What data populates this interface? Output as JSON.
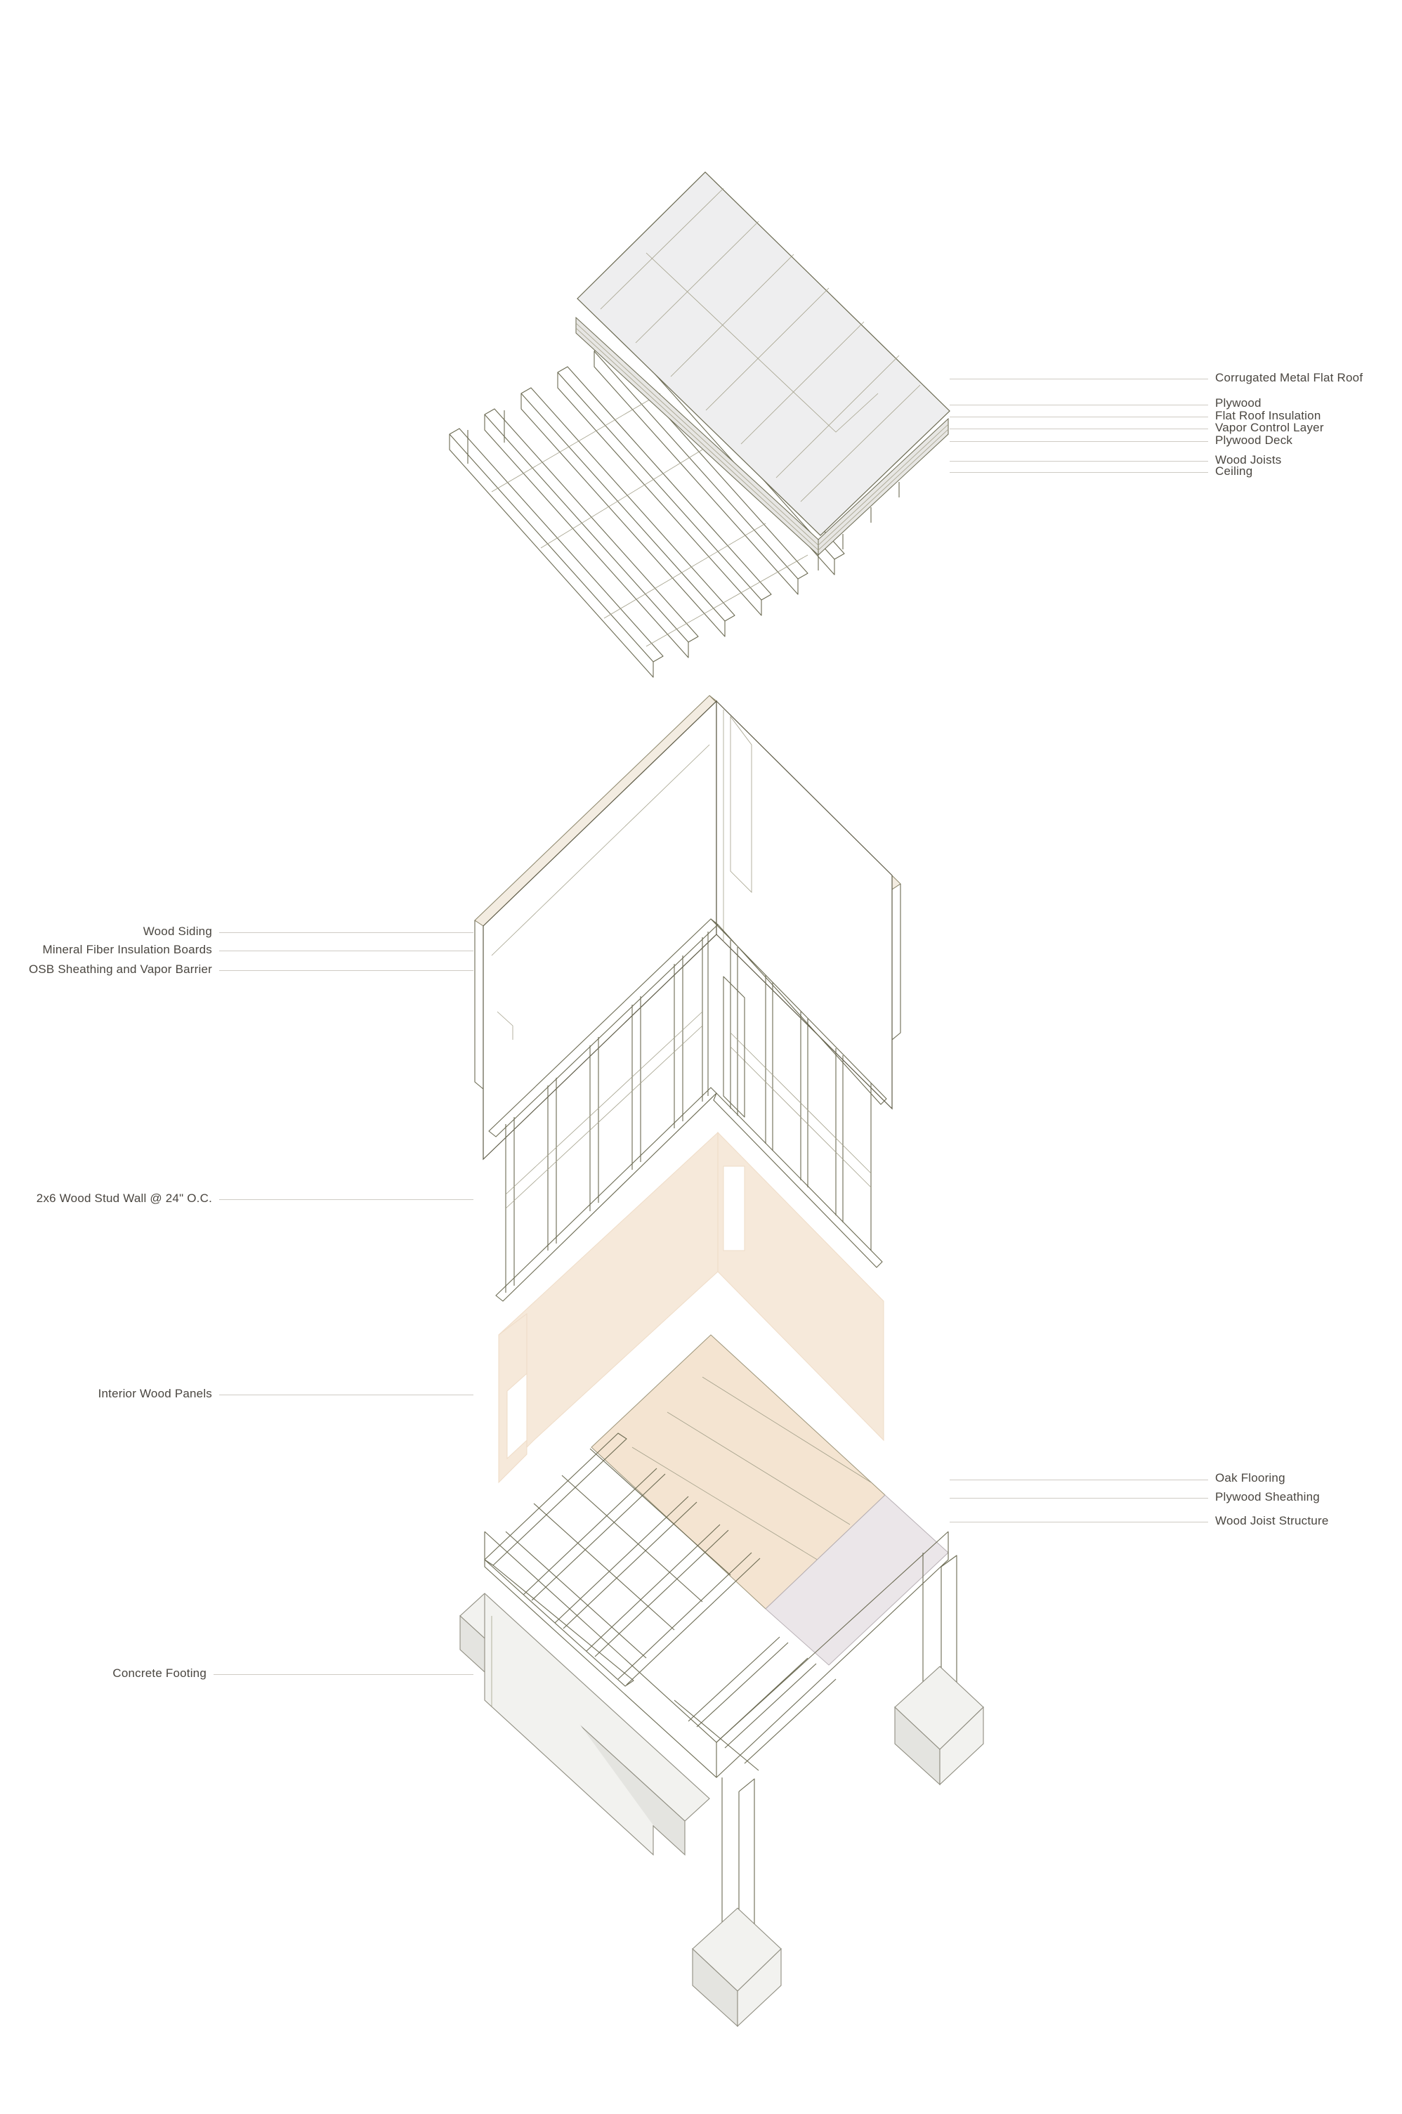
{
  "labels": {
    "corrugated_roof": "Corrugated Metal Flat Roof",
    "plywood": "Plywood",
    "flat_roof_insulation": "Flat Roof Insulation",
    "vapor_control": "Vapor Control Layer",
    "plywood_deck": "Plywood Deck",
    "wood_joists": "Wood Joists",
    "ceiling": "Ceiling",
    "wood_siding": "Wood Siding",
    "mineral_fiber": "Mineral Fiber Insulation Boards",
    "osb_sheathing": "OSB Sheathing and Vapor Barrier",
    "stud_wall": "2x6 Wood Stud Wall @ 24\" O.C.",
    "interior_panels": "Interior Wood Panels",
    "oak_flooring": "Oak Flooring",
    "plywood_sheathing": "Plywood Sheathing",
    "wood_joist_structure": "Wood Joist Structure",
    "concrete_footing": "Concrete Footing"
  },
  "colors": {
    "line": "#6b6a52",
    "roof": "#eeeeef",
    "wood_panel": "#f6e9da",
    "oak_floor": "#f4e4d1",
    "sheathing": "#ebe6e9",
    "concrete": "#f2f2ef",
    "label_text": "#4a4640",
    "leader": "#cfcbc4"
  }
}
